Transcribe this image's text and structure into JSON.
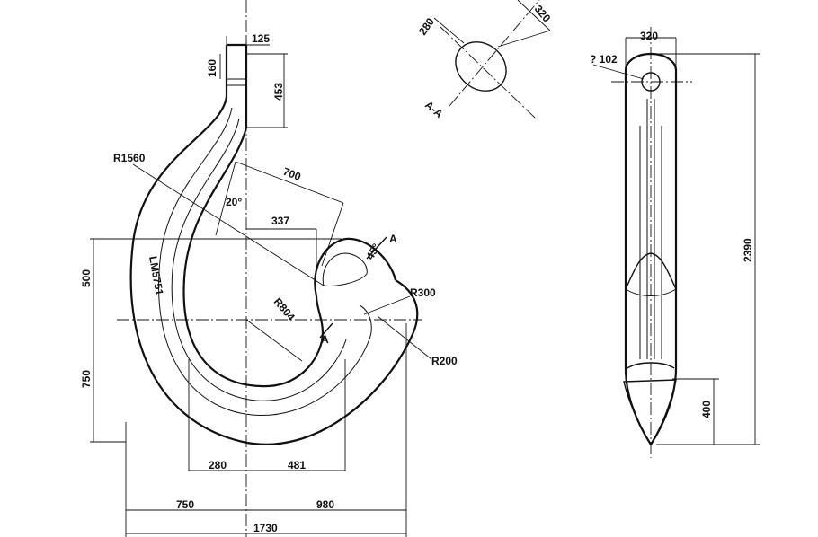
{
  "labels": {
    "d125": "125",
    "d160": "160",
    "d453": "453",
    "r1560": "R1560",
    "d700": "700",
    "a20": "20°",
    "d337": "337",
    "a45": "45°",
    "sec_a_top": "A",
    "d500": "500",
    "d750_left": "750",
    "r804": "R804",
    "sec_a_bottom": "A",
    "r300": "R300",
    "r200": "R200",
    "lmstamp": "LM5751",
    "d280": "280",
    "d481": "481",
    "d750_bottom": "750",
    "d980": "980",
    "d1730": "1730",
    "sec_280": "280",
    "sec_320": "320",
    "sec_label": "A-A",
    "side_320": "320",
    "hole": "? 102",
    "d2390": "2390",
    "d400": "400"
  }
}
